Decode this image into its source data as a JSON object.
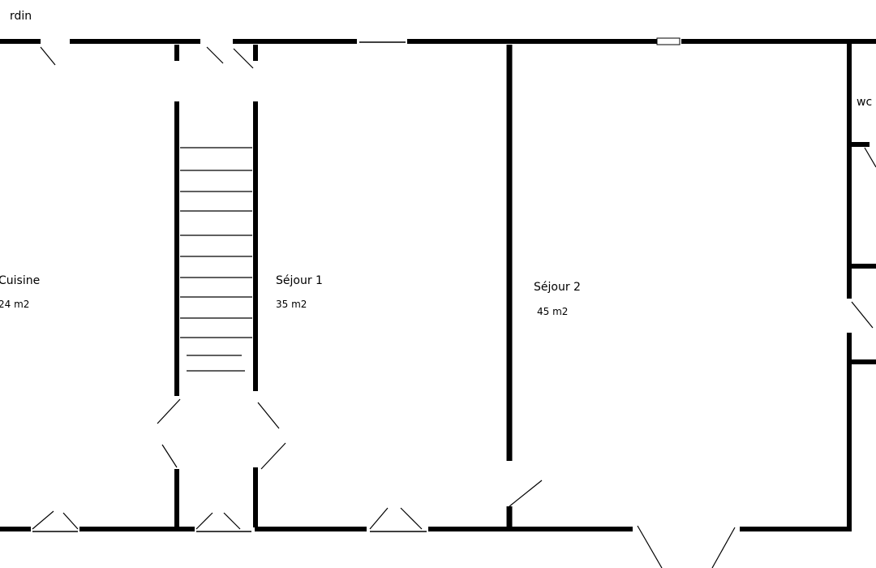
{
  "plan": {
    "wall_color": "#000000",
    "background_color": "#ffffff",
    "outside_label": "rdin",
    "rooms": {
      "cuisine": {
        "name": "Cuisine",
        "area": "24 m2"
      },
      "sejour1": {
        "name": "Séjour 1",
        "area": "35 m2"
      },
      "sejour2": {
        "name": "Séjour 2",
        "area": "45 m2"
      },
      "wc": {
        "name": "wc"
      }
    }
  }
}
